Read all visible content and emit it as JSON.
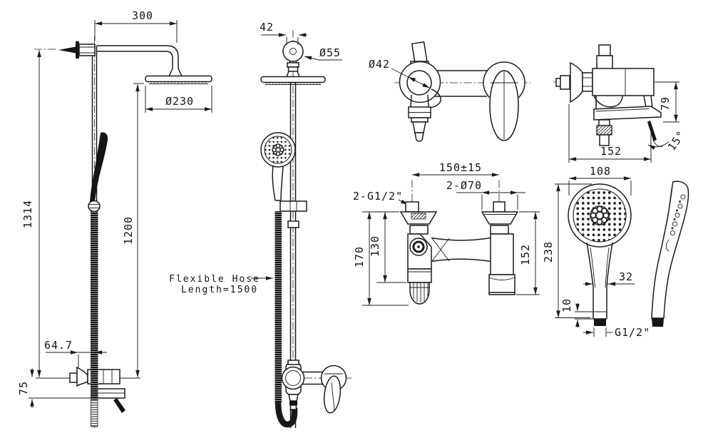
{
  "drawing": {
    "background": "#ffffff",
    "line_color": "#1b1b1b"
  },
  "views": {
    "column_front": {
      "dims": {
        "arm_length": "300",
        "head_diameter": "Ø230",
        "total_height": "1314",
        "head_to_valve": "1200",
        "valve_offset": "64.7",
        "spout_drop": "75"
      }
    },
    "column_side": {
      "dims": {
        "mount_width": "42",
        "mount_diameter": "Ø55"
      },
      "note": {
        "line1": "Flexible Hose",
        "line2": "Length=1500"
      }
    },
    "mixer_front": {
      "dims": {
        "escutcheon_diameter": "Ø42"
      }
    },
    "mixer_side": {
      "dims": {
        "body_height": "79",
        "body_width": "152",
        "lever_angle": "15°"
      }
    },
    "valve_back": {
      "dims": {
        "inlet_spacing": "150±15",
        "inlet_thread": "2-G1/2\"",
        "flange_diameter": "2-Ø70",
        "total_height": "170",
        "body_height": "130",
        "right_height": "152"
      }
    },
    "hand_shower": {
      "dims": {
        "head_width": "108",
        "total_height": "238",
        "grip_width": "32",
        "nut_height": "10",
        "thread": "G1/2\""
      }
    }
  }
}
